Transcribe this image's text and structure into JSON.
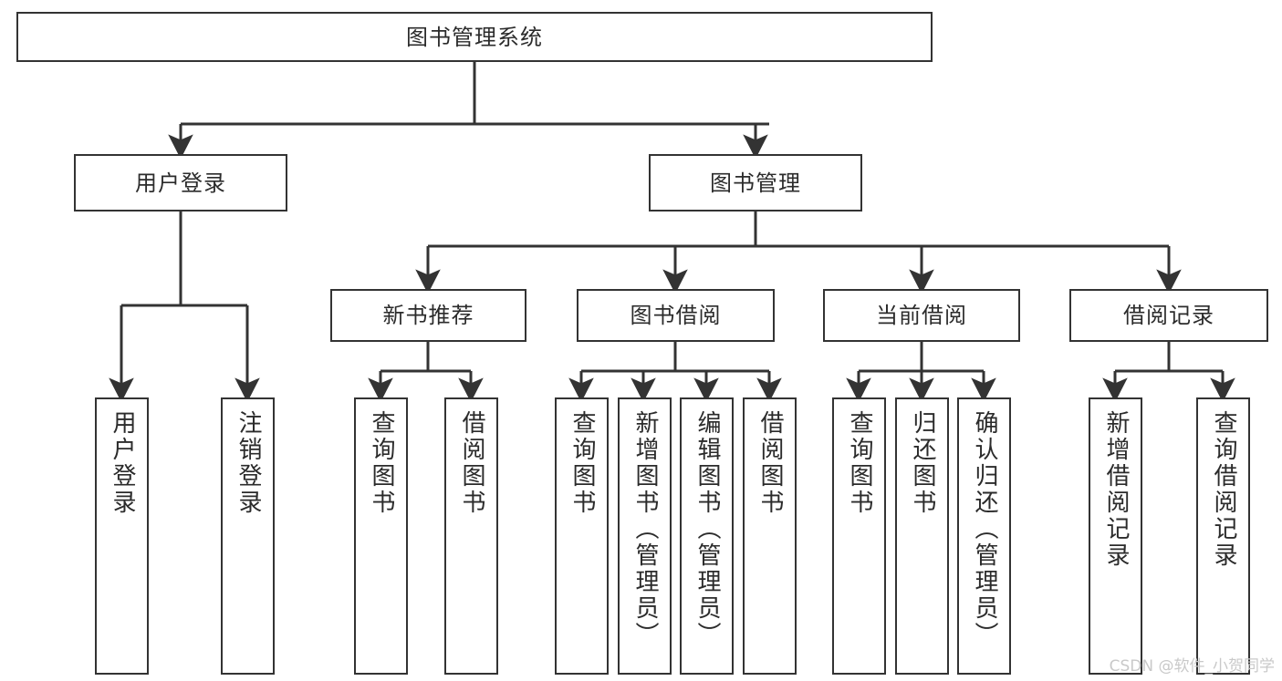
{
  "diagram": {
    "type": "tree-hierarchy-flowchart",
    "title": "图书管理系统",
    "watermark": "CSDN @软件_小贺同学",
    "colors": {
      "box_border": "#333333",
      "box_fill": "#ffffff",
      "connector": "#333333",
      "text": "#2b2b2b",
      "watermark": "#c9c9c9",
      "background": "#ffffff"
    },
    "nodes": {
      "root": {
        "label": "图书管理系统"
      },
      "level2": [
        {
          "label": "用户登录"
        },
        {
          "label": "图书管理"
        }
      ],
      "level3": [
        {
          "label": "新书推荐"
        },
        {
          "label": "图书借阅"
        },
        {
          "label": "当前借阅"
        },
        {
          "label": "借阅记录"
        }
      ],
      "leaves_user_login": [
        {
          "label": "用户登录"
        },
        {
          "label": "注销登录"
        }
      ],
      "leaves_new_book": [
        {
          "label": "查询图书"
        },
        {
          "label": "借阅图书"
        }
      ],
      "leaves_borrow": [
        {
          "label": "查询图书"
        },
        {
          "label": "新增图书（管理员）"
        },
        {
          "label": "编辑图书（管理员）"
        },
        {
          "label": "借阅图书"
        }
      ],
      "leaves_current": [
        {
          "label": "查询图书"
        },
        {
          "label": "归还图书"
        },
        {
          "label": "确认归还（管理员）"
        }
      ],
      "leaves_records": [
        {
          "label": "新增借阅记录"
        },
        {
          "label": "查询借阅记录"
        }
      ]
    }
  }
}
